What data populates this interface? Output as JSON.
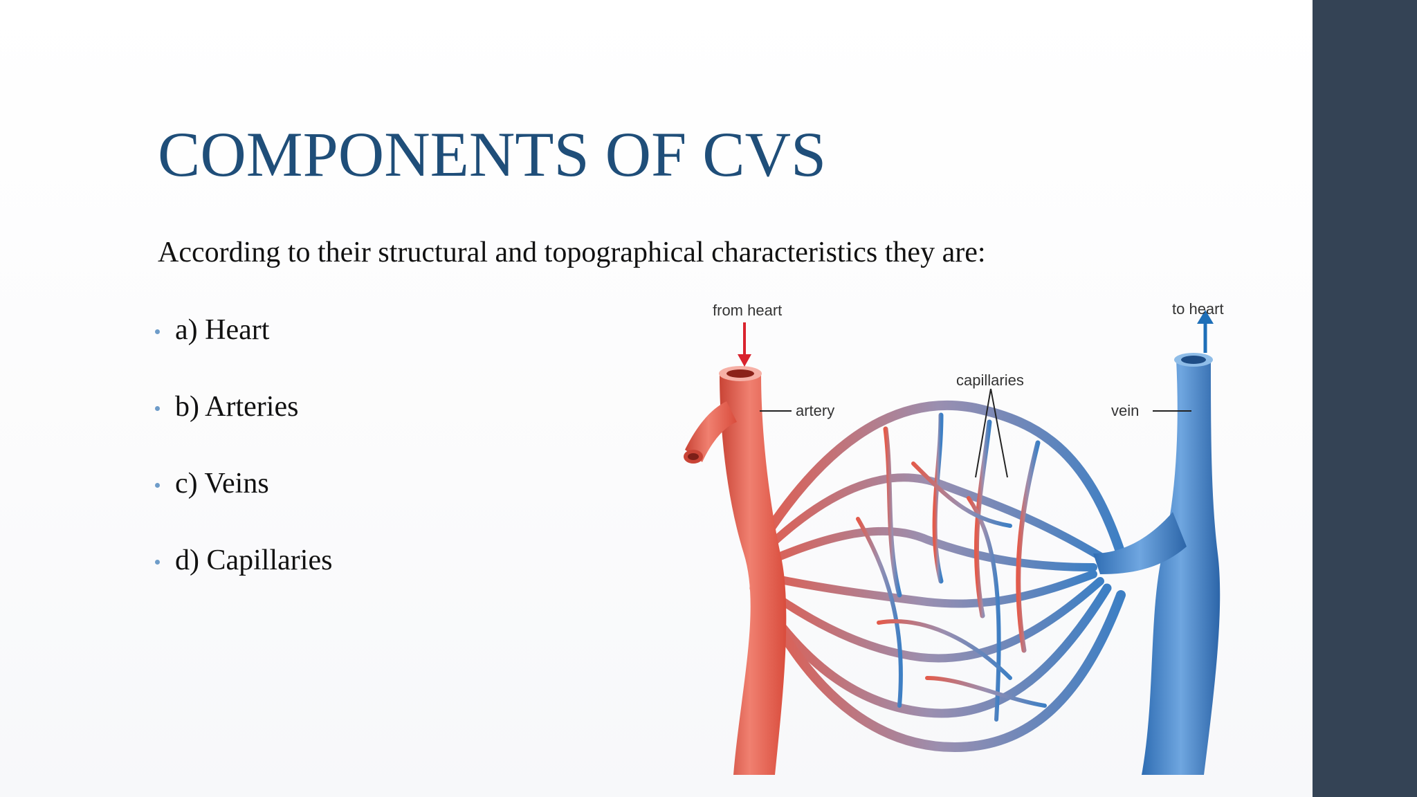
{
  "slide": {
    "title": "COMPONENTS OF CVS",
    "intro": "According to their structural and topographical characteristics they are:",
    "bullets": [
      {
        "label": "a) Heart"
      },
      {
        "label": "b) Arteries"
      },
      {
        "label": "c) Veins"
      },
      {
        "label": "d) Capillaries"
      }
    ]
  },
  "diagram": {
    "labels": {
      "from_heart": "from heart",
      "to_heart": "to heart",
      "artery": "artery",
      "capillaries": "capillaries",
      "vein": "vein"
    }
  },
  "colors": {
    "title": "#1f4e79",
    "sidebar": "#344355",
    "artery": "#e35b4b",
    "vein": "#3d7fc4",
    "bullet": "#6e9cc9"
  }
}
